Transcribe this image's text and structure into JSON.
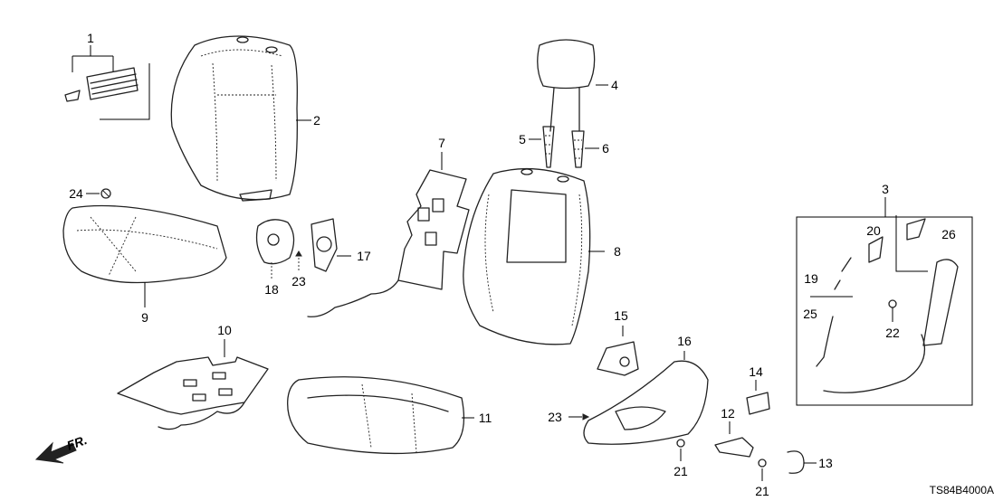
{
  "diagram": {
    "part_numbers": {
      "p1": "1",
      "p2": "2",
      "p3": "3",
      "p4": "4",
      "p5": "5",
      "p6": "6",
      "p7": "7",
      "p8": "8",
      "p9": "9",
      "p10": "10",
      "p11": "11",
      "p12": "12",
      "p13": "13",
      "p14": "14",
      "p15": "15",
      "p16": "16",
      "p17": "17",
      "p18": "18",
      "p19": "19",
      "p20": "20",
      "p21": "21",
      "p22": "22",
      "p23": "23",
      "p24": "24",
      "p25": "25",
      "p26": "26"
    },
    "front_arrow_label": "FR.",
    "diagram_code": "TS84B4000A"
  }
}
